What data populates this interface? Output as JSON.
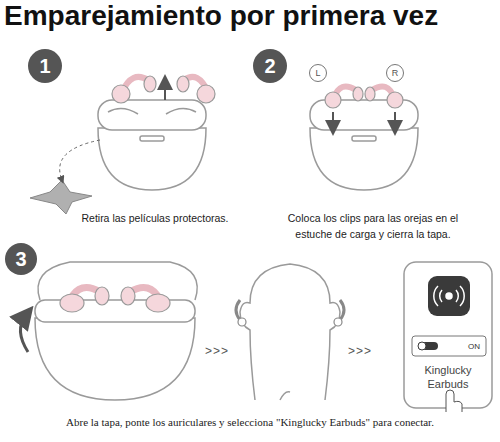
{
  "diagram": {
    "title": "Emparejamiento por primera vez",
    "nodes": [
      {
        "text": [
          "1"
        ]
      },
      {
        "text": [
          "2"
        ]
      },
      {
        "text": [
          "L"
        ]
      },
      {
        "text": [
          "R"
        ]
      },
      {
        "text": [
          "3"
        ]
      },
      {
        "text": [
          "ON"
        ]
      },
      {
        "text": [
          "Kinglucky Earbuds"
        ]
      }
    ],
    "labels": [
      "Retira las películas protectoras.",
      "Coloca los clips para las orejas en el estuche de carga y cierra la tapa.",
      ">>>",
      ">>>",
      "Abre la tapa, ponte los auriculares y selecciona \"Kinglucky Earbuds\" para conectar."
    ]
  }
}
